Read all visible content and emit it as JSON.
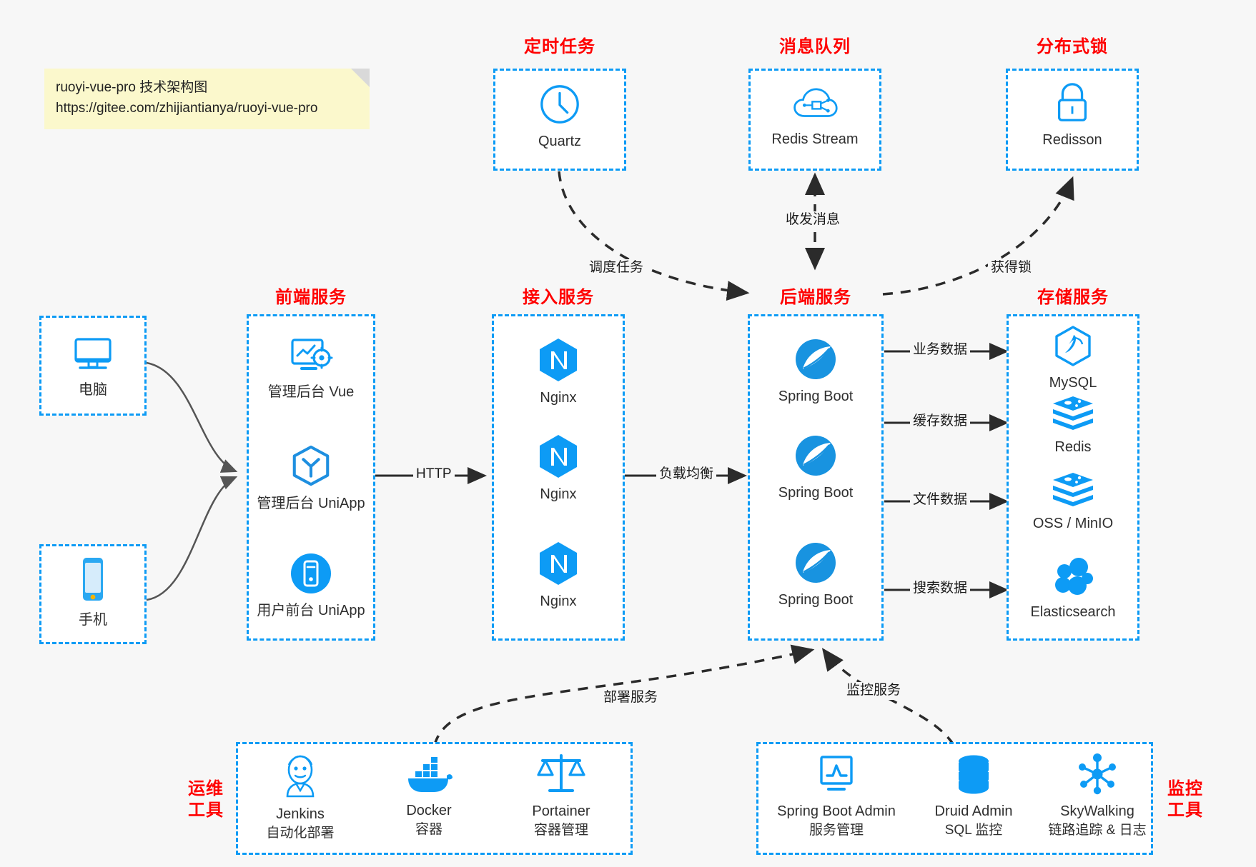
{
  "note": {
    "line1": "ruoyi-vue-pro 技术架构图",
    "line2": "https://gitee.com/zhijiantianya/ruoyi-vue-pro"
  },
  "colors": {
    "background": "#f7f7f7",
    "dashed_border": "#0d9bf5",
    "group_label": "#ff0000",
    "icon_blue": "#0d9bf5",
    "arrow": "#2b2b2b",
    "note_bg": "#fbf8cc"
  },
  "groups": {
    "scheduled_task": "定时任务",
    "message_queue": "消息队列",
    "distributed_lock": "分布式锁",
    "frontend_service": "前端服务",
    "access_service": "接入服务",
    "backend_service": "后端服务",
    "storage_service": "存储服务",
    "devops_tools": "运维\n工具",
    "devops_tools_l1": "运维",
    "devops_tools_l2": "工具",
    "monitor_tools_l1": "监控",
    "monitor_tools_l2": "工具"
  },
  "nodes": {
    "quartz": "Quartz",
    "redis_stream": "Redis Stream",
    "redisson": "Redisson",
    "computer": "电脑",
    "phone": "手机",
    "admin_vue": "管理后台 Vue",
    "admin_uniapp": "管理后台 UniApp",
    "user_uniapp": "用户前台 UniApp",
    "nginx1": "Nginx",
    "nginx2": "Nginx",
    "nginx3": "Nginx",
    "springboot1": "Spring Boot",
    "springboot2": "Spring Boot",
    "springboot3": "Spring Boot",
    "mysql": "MySQL",
    "redis": "Redis",
    "oss_minio": "OSS / MinIO",
    "elasticsearch": "Elasticsearch",
    "jenkins_name": "Jenkins",
    "jenkins_desc": "自动化部署",
    "docker_name": "Docker",
    "docker_desc": "容器",
    "portainer_name": "Portainer",
    "portainer_desc": "容器管理",
    "sba_name": "Spring Boot Admin",
    "sba_desc": "服务管理",
    "druid_name": "Druid Admin",
    "druid_desc": "SQL 监控",
    "skywalking_name": "SkyWalking",
    "skywalking_desc": "链路追踪 & 日志"
  },
  "edges": {
    "http": "HTTP",
    "load_balance": "负载均衡",
    "schedule_task": "调度任务",
    "send_receive_message": "收发消息",
    "acquire_lock": "获得锁",
    "business_data": "业务数据",
    "cache_data": "缓存数据",
    "file_data": "文件数据",
    "search_data": "搜索数据",
    "deploy_service": "部署服务",
    "monitor_service": "监控服务"
  }
}
